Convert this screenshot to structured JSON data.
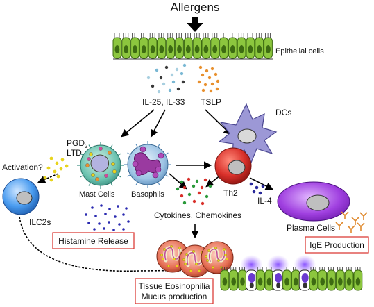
{
  "labels": {
    "allergens": "Allergens",
    "epithelial_cells": "Epithelial cells",
    "il25_il33": "IL-25, IL-33",
    "tslp": "TSLP",
    "dcs": "DCs",
    "pgd2_base": "PGD",
    "pgd2_sub": "2",
    "ltd4_base": "LTD",
    "ltd4_sub": "4",
    "activation": "Activation?",
    "mast_cells": "Mast Cells",
    "basophils": "Basophils",
    "th2": "Th2",
    "il4": "IL-4",
    "ilc2s": "ILC2s",
    "cytokines": "Cytokines, Chemokines",
    "plasma_cells": "Plasma Cells"
  },
  "boxes": {
    "histamine": "Histamine Release",
    "ige": "IgE Production",
    "eosinophilia_line1": "Tissue Eosinophilia",
    "eosinophilia_line2": "Mucus production"
  },
  "colors": {
    "epithelial": "#8cc63e",
    "epithelial_dark": "#3d6b12",
    "mast_cell": "#5fb8a8",
    "basophil": "#8fb8dc",
    "basophil_nucleus": "#9a3aa0",
    "th2": "#d9302a",
    "dc": "#8a86c8",
    "ilc2": "#3f8fe0",
    "plasma": "#9b3cd8",
    "eosinophil": "#e06a50",
    "box_border": "#d9302a",
    "ige": "#e08a2e"
  }
}
